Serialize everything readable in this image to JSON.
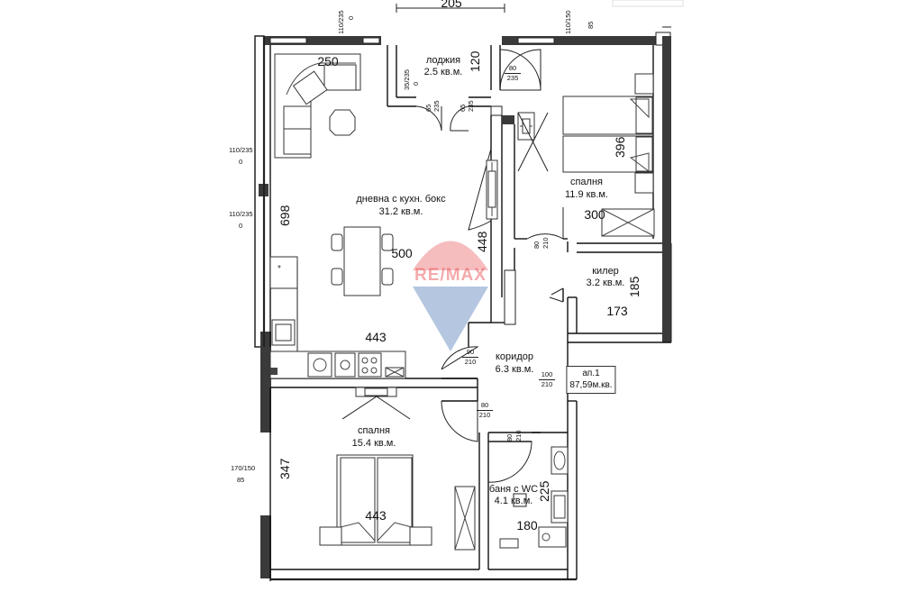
{
  "rooms": {
    "living": {
      "name": "дневна с кухн. бокс",
      "area": "31.2 кв.м."
    },
    "loggia": {
      "name": "лоджия",
      "area": "2.5 кв.м."
    },
    "bedroom1": {
      "name": "спалня",
      "area": "11.9 кв.м."
    },
    "storage": {
      "name": "килер",
      "area": "3.2 кв.м."
    },
    "corridor": {
      "name": "коридор",
      "area": "6.3 кв.м."
    },
    "bedroom2": {
      "name": "спалня",
      "area": "15.4 кв.м."
    },
    "bathroom": {
      "name": "баня с WC",
      "area": "4.1 кв.м."
    }
  },
  "apartment": {
    "label": "ап.1",
    "area": "87,59м.кв."
  },
  "dimensions": {
    "top": "205",
    "living_sofa": "250",
    "loggia_depth": "120",
    "bedroom1_width": "396",
    "bedroom1_depth": "300",
    "living_height": "698",
    "living_width": "500",
    "living_side": "448",
    "storage_height": "185",
    "storage_width": "173",
    "kitchen_width": "443",
    "bedroom2_height": "347",
    "bedroom2_width": "443",
    "bath_height": "225",
    "bath_width": "180"
  },
  "openings": {
    "w_top_a": "110/235",
    "w_top_a2": "0",
    "w_top_b": "110/150",
    "w_top_b2": "85",
    "d_loggia_a": "80",
    "d_loggia_b": "235",
    "d_small_a": "35/235",
    "d_small_b": "0",
    "d_living_a": "65",
    "d_living_b": "235",
    "d_living2_a": "65",
    "d_living2_b": "235",
    "w_left_a": "110/235",
    "w_left_a2": "0",
    "w_left_b": "110/235",
    "w_left_b2": "0",
    "d_bed1_a": "80",
    "d_bed1_b": "210",
    "d_corr_a": "90",
    "d_corr_b": "210",
    "d_ent_a": "100",
    "d_ent_b": "210",
    "d_bed2_a": "80",
    "d_bed2_b": "210",
    "d_bath_a": "80",
    "d_bath_b": "210",
    "w_left_c": "170/150",
    "w_left_c2": "85"
  },
  "watermark": {
    "text": "RE/MAX"
  },
  "colors": {
    "watermark_red": "#e8454a",
    "watermark_blue": "#2c5fa8"
  }
}
